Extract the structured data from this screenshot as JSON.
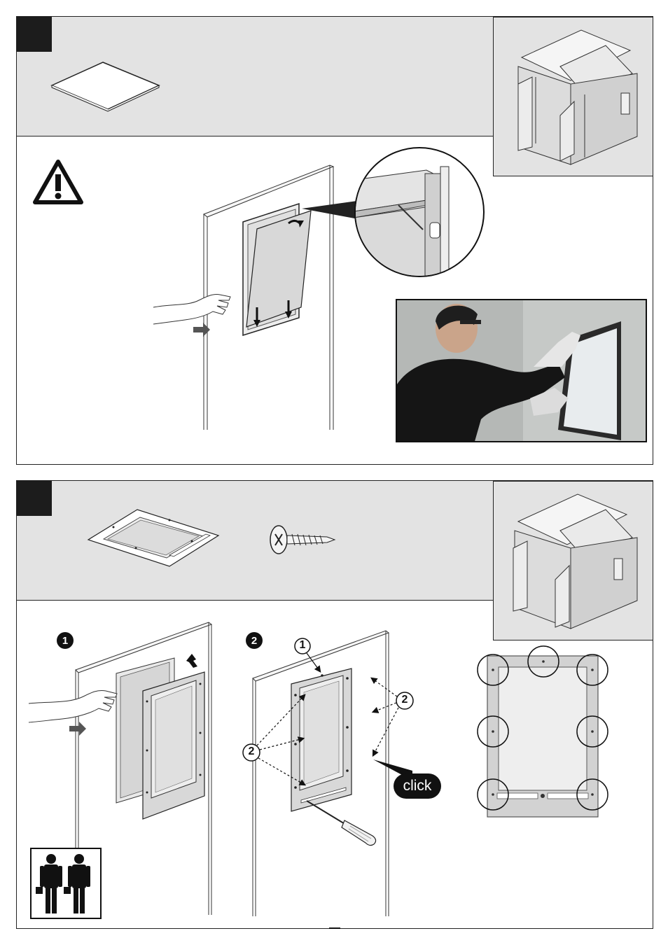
{
  "step1": {
    "part_name": "window-pane"
  },
  "step2": {
    "sub_steps": [
      "1",
      "2"
    ],
    "callouts": {
      "screw_top": "1",
      "screw_sides": "2",
      "click_label": "click"
    }
  },
  "icons": {
    "warning": "warning-triangle-icon",
    "two_persons": "two-persons-icon",
    "screw": "screw-icon",
    "screwdriver": "screwdriver-icon"
  },
  "colors": {
    "band": "#e3e3e3",
    "dark": "#1c1c1c",
    "pane": "#d6d6d6"
  }
}
